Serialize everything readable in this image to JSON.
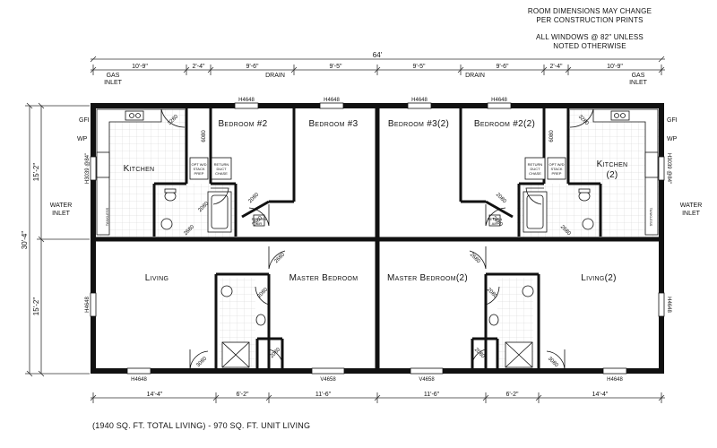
{
  "notes": {
    "line1": "ROOM DIMENSIONS MAY CHANGE",
    "line2": "PER CONSTRUCTION PRINTS",
    "line3": "ALL WINDOWS @ 82\" UNLESS",
    "line4": "NOTED OTHERWISE"
  },
  "dims": {
    "overall": "64'",
    "top": [
      "10'-9\"",
      "2'-4\"",
      "9'-6\"",
      "9'-5\"",
      "9'-5\"",
      "9'-6\"",
      "2'-4\"",
      "10'-9\""
    ],
    "bottom": [
      "14'-4\"",
      "6'-2\"",
      "11'-6\"",
      "11'-6\"",
      "6'-2\"",
      "14'-4\""
    ],
    "overall_depth": "30'-4\"",
    "upper_depth": "15'-2\"",
    "lower_depth": "15'-2\""
  },
  "utilities": {
    "gas_inlet": "GAS INLET",
    "drain": "DRAIN",
    "water_inlet": "WATER INLET",
    "gfi": "GFI",
    "wp": "WP",
    "tankless": "TANKLESS"
  },
  "rooms": {
    "kitchen": "Kitchen",
    "kitchen_2": "Kitchen (2)",
    "bedroom_2": "Bedroom #2",
    "bedroom_3": "Bedroom #3",
    "bedroom_3_2": "Bedroom #3(2)",
    "bedroom_2_2": "Bedroom #2(2)",
    "living": "Living",
    "living_2": "Living(2)",
    "master": "Master Bedroom",
    "master_2": "Master Bedroom(2)"
  },
  "windows": {
    "h4648": "H4648",
    "v4658": "V4658",
    "h3039": "H3039 @84\""
  },
  "doors": {
    "d3280": "3280",
    "d6080": "6080",
    "d2680": "2680",
    "d2080": "2080",
    "d3080": "3080"
  },
  "fixtures": {
    "opt_wd": "OPT W/D STACK PREP",
    "return": "RETURN DUCT CHASE",
    "return_air": "RETURN AIR GRILL"
  },
  "footer": "(1940 SQ. FT.  TOTAL LIVING) - 970 SQ. FT.  UNIT LIVING"
}
